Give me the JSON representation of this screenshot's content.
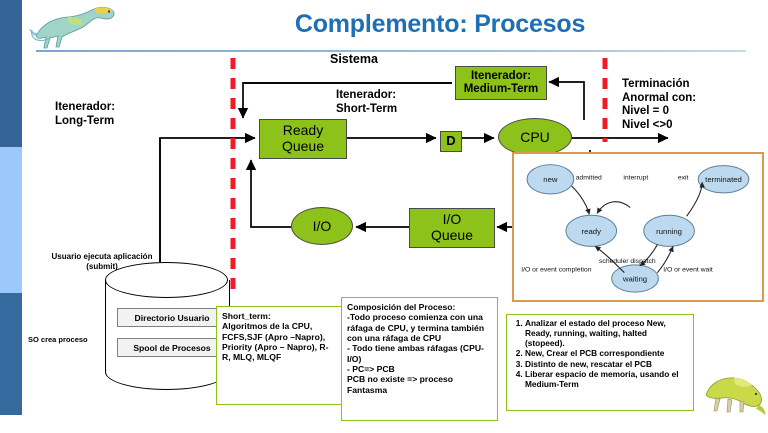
{
  "slide": {
    "title": "Complemento: Procesos",
    "title_color": "#1f6fb5",
    "accent_green": "#8cc219",
    "accent_red": "#ee1c25",
    "accent_orange": "#d99a4e",
    "bar_dark": "#356598",
    "bar_light": "#9cc8fb"
  },
  "diagram": {
    "system_label": "Sistema",
    "scheduler_long": "Itenerador:\nLong-Term",
    "scheduler_short": "Itenerador:\nShort-Term",
    "scheduler_medium": "Itenerador:\nMedium-Term",
    "termination": "Terminación\nAnormal con:\nNivel = 0\nNivel <>0",
    "ready_queue": "Ready\nQueue",
    "dispatch": "D",
    "cpu": "CPU",
    "io_queue": "I/O\nQueue",
    "io": "I/O",
    "user_submit": "Usuario ejecuta aplicación\n(submit)",
    "so_crea": "SO  crea proceso",
    "storage": {
      "item_1": "Directorio Usuario",
      "item_2": "Spool de Procesos"
    }
  },
  "state_diagram": {
    "states": [
      {
        "id": "new",
        "label": "new"
      },
      {
        "id": "ready",
        "label": "ready"
      },
      {
        "id": "running",
        "label": "running"
      },
      {
        "id": "waiting",
        "label": "waiting"
      },
      {
        "id": "terminated",
        "label": "terminated"
      }
    ],
    "transitions": [
      {
        "label": "admitted"
      },
      {
        "label": "interrupt"
      },
      {
        "label": "exit"
      },
      {
        "label": "scheduler dispatch"
      },
      {
        "label": "I/O or event wait"
      },
      {
        "label": "I/O or event completion"
      }
    ],
    "state_fill": "#bdd9ef"
  },
  "notes": {
    "short_term": {
      "title": "Short_term:",
      "body": "Algoritmos de la CPU, FCFS,SJF (Apro –Napro), Priority (Apro – Napro), R-R, MLQ, MLQF"
    },
    "composicion": {
      "title": "Composición del Proceso:",
      "lines": [
        "-Todo proceso comienza con una ráfaga de CPU, y termina también con una ráfaga de CPU",
        "- Todo tiene ambas ráfagas (CPU-I/O)",
        "- PC=> PCB",
        " PCB no existe => proceso Fantasma"
      ]
    },
    "steps": [
      "Analizar el estado del proceso New, Ready, running, waiting, halted (stopeed).",
      "New, Crear el PCB correspondiente",
      "Distinto de new, rescatar el PCB",
      "Liberar espacio de memoria, usando el Medium-Term"
    ]
  }
}
